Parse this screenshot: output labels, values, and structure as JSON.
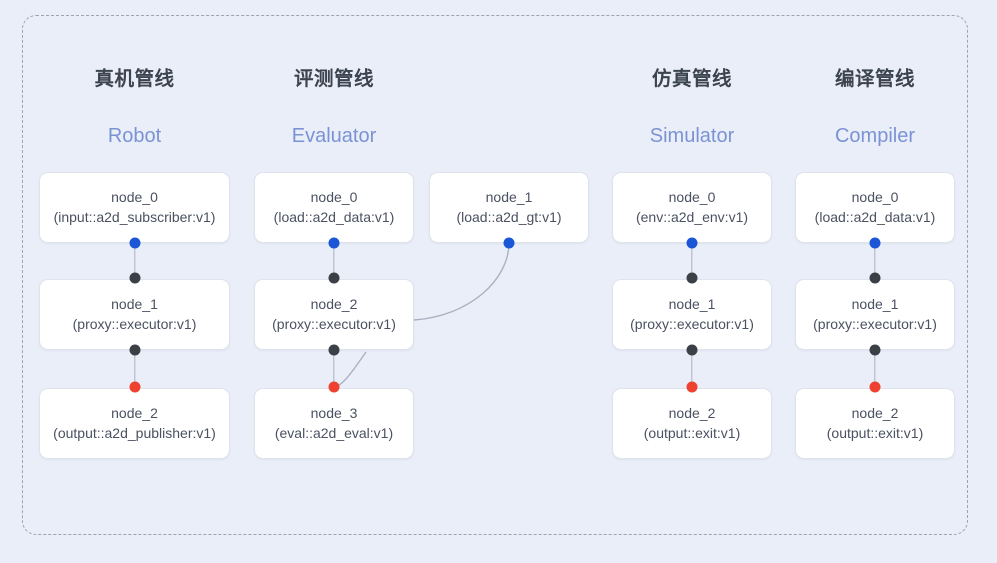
{
  "canvas": {
    "background_color": "#eaeef8",
    "frame_border_color": "#9aa3b4",
    "frame_style": "dashed-rounded"
  },
  "palette": {
    "title_cn_color": "#3c4450",
    "title_en_color": "#7b93d4",
    "node_text_color": "#4a5160",
    "node_bg_color": "#ffffff",
    "node_border_color": "#dfe3ec",
    "port_input_color": "#1a56d6",
    "port_middle_color": "#3b3f46",
    "port_output_color": "#ef4130",
    "edge_color": "#aab1c0"
  },
  "columns": [
    {
      "title_cn": "真机管线",
      "title_en": "Robot",
      "nodes": [
        {
          "name": "node_0",
          "type": "(input::a2d_subscriber:v1)"
        },
        {
          "name": "node_1",
          "type": "(proxy::executor:v1)"
        },
        {
          "name": "node_2",
          "type": "(output::a2d_publisher:v1)"
        }
      ]
    },
    {
      "title_cn": "评测管线",
      "title_en": "Evaluator",
      "nodes": [
        {
          "name": "node_0",
          "type": "(load::a2d_data:v1)"
        },
        {
          "name": "node_2",
          "type": "(proxy::executor:v1)"
        },
        {
          "name": "node_3",
          "type": "(eval::a2d_eval:v1)"
        }
      ],
      "side_node": {
        "name": "node_1",
        "type": "(load::a2d_gt:v1)"
      }
    },
    {
      "title_cn": "仿真管线",
      "title_en": "Simulator",
      "nodes": [
        {
          "name": "node_0",
          "type": "(env::a2d_env:v1)"
        },
        {
          "name": "node_1",
          "type": "(proxy::executor:v1)"
        },
        {
          "name": "node_2",
          "type": "(output::exit:v1)"
        }
      ]
    },
    {
      "title_cn": "编译管线",
      "title_en": "Compiler",
      "nodes": [
        {
          "name": "node_0",
          "type": "(load::a2d_data:v1)"
        },
        {
          "name": "node_1",
          "type": "(proxy::executor:v1)"
        },
        {
          "name": "node_2",
          "type": "(output::exit:v1)"
        }
      ]
    }
  ]
}
